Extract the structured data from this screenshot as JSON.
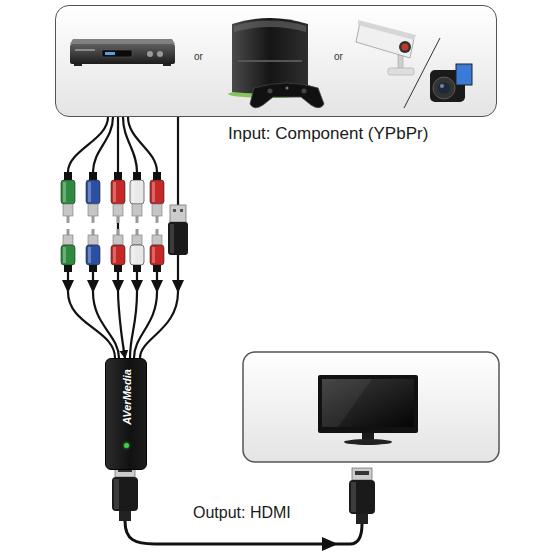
{
  "diagram": {
    "nodes": [
      {
        "text": [
          "or",
          "or"
        ]
      },
      {
        "text": [
          "AVerMedia"
        ]
      }
    ],
    "edges": [
      {
        "from": 0,
        "to": 1,
        "arrow": "to"
      }
    ],
    "labels": [
      "Input: Component (YPbPr)",
      "Output: HDMI"
    ]
  }
}
